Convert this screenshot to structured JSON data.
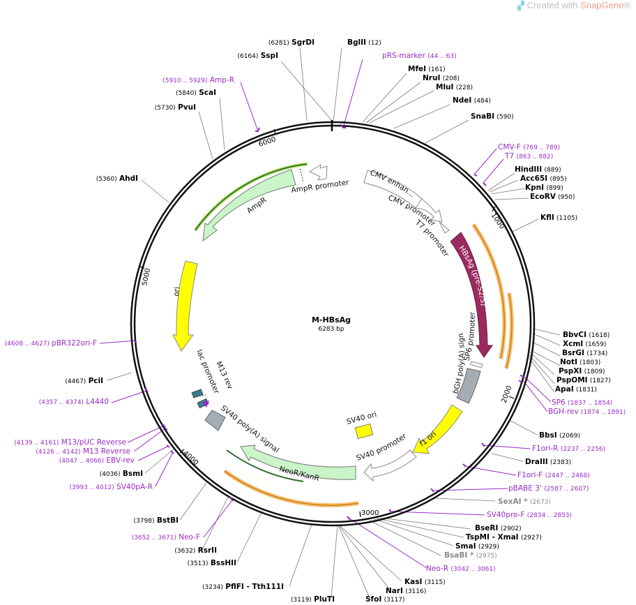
{
  "watermark": {
    "prefix": "Created with ",
    "brand": "SnapGene",
    "suffix": "®"
  },
  "plasmid": {
    "name": "M-HBsAg",
    "length": 6283,
    "length_label": "6283 bp"
  },
  "ticks": [
    "1000",
    "2000",
    "3000",
    "4000",
    "5000",
    "6000"
  ],
  "colors": {
    "backbone": "#111111",
    "primer": "#9a2ac8",
    "feature_highlight": "#f5b95a",
    "amp": "#c9f5c9",
    "ori": "#ffff00",
    "hbsag": "#9b2a60",
    "signal": "#a4adb4"
  },
  "enzymes": [
    {
      "name": "SgrDI",
      "pos": "(6281)"
    },
    {
      "name": "BglII",
      "pos": "(12)"
    },
    {
      "name": "SspI",
      "pos": "(6164)"
    },
    {
      "name": "MfeI",
      "pos": "(161)"
    },
    {
      "name": "NruI",
      "pos": "(208)"
    },
    {
      "name": "MluI",
      "pos": "(228)"
    },
    {
      "name": "ScaI",
      "pos": "(5840)"
    },
    {
      "name": "NdeI",
      "pos": "(484)"
    },
    {
      "name": "PvuI",
      "pos": "(5730)"
    },
    {
      "name": "SnaBI",
      "pos": "(590)"
    },
    {
      "name": "HindIII",
      "pos": "(889)"
    },
    {
      "name": "Acc65I",
      "pos": "(895)"
    },
    {
      "name": "KpnI",
      "pos": "(899)"
    },
    {
      "name": "AhdI",
      "pos": "(5360)"
    },
    {
      "name": "EcoRV",
      "pos": "(950)"
    },
    {
      "name": "KflI",
      "pos": "(1105)"
    },
    {
      "name": "BbvCI",
      "pos": "(1618)"
    },
    {
      "name": "XcmI",
      "pos": "(1659)"
    },
    {
      "name": "BsrGI",
      "pos": "(1734)"
    },
    {
      "name": "NotI",
      "pos": "(1803)"
    },
    {
      "name": "PspXI",
      "pos": "(1809)"
    },
    {
      "name": "PspOMI",
      "pos": "(1827)"
    },
    {
      "name": "PciI",
      "pos": "(4467)"
    },
    {
      "name": "ApaI",
      "pos": "(1831)"
    },
    {
      "name": "BbsI",
      "pos": "(2069)"
    },
    {
      "name": "BsmI",
      "pos": "(4036)"
    },
    {
      "name": "DraIII",
      "pos": "(2383)"
    },
    {
      "name": "SexAI *",
      "pos": "(2673)"
    },
    {
      "name": "BstBI",
      "pos": "(3798)"
    },
    {
      "name": "BseRI",
      "pos": "(2902)"
    },
    {
      "name": "TspMI - XmaI",
      "pos": "(2927)"
    },
    {
      "name": "RsrII",
      "pos": "(3632)"
    },
    {
      "name": "SmaI",
      "pos": "(2929)"
    },
    {
      "name": "BsaBI *",
      "pos": "(2975)"
    },
    {
      "name": "BssHII",
      "pos": "(3513)"
    },
    {
      "name": "PflFI - Tth111I",
      "pos": "(3234)"
    },
    {
      "name": "KasI",
      "pos": "(3115)"
    },
    {
      "name": "NarI",
      "pos": "(3116)"
    },
    {
      "name": "PluTI",
      "pos": "(3119)"
    },
    {
      "name": "SfoI",
      "pos": "(3117)"
    }
  ],
  "primers": [
    {
      "name": "pRS-marker",
      "range": "(44 .. 63)"
    },
    {
      "name": "Amp-R",
      "range": "(5910 .. 5929)"
    },
    {
      "name": "CMV-F",
      "range": "(769 .. 789)"
    },
    {
      "name": "T7",
      "range": "(863 .. 882)"
    },
    {
      "name": "pBR322ori-F",
      "range": "(4608 .. 4627)"
    },
    {
      "name": "L4440",
      "range": "(4357 .. 4374)"
    },
    {
      "name": "SP6",
      "range": "(1837 .. 1854)"
    },
    {
      "name": "BGH-rev",
      "range": "(1874 .. 1891)"
    },
    {
      "name": "F1ori-R",
      "range": "(2237 .. 2256)"
    },
    {
      "name": "M13/pUC Reverse",
      "range": "(4139 .. 4161)"
    },
    {
      "name": "M13 Reverse",
      "range": "(4126 .. 4142)"
    },
    {
      "name": "EBV-rev",
      "range": "(4047 .. 4066)"
    },
    {
      "name": "F1ori-F",
      "range": "(2447 .. 2468)"
    },
    {
      "name": "SV40pA-R",
      "range": "(3993 .. 4012)"
    },
    {
      "name": "pBABE 3'",
      "range": "(2587 .. 2607)"
    },
    {
      "name": "SV40pro-F",
      "range": "(2834 .. 2853)"
    },
    {
      "name": "Neo-F",
      "range": "(3652 .. 3671)"
    },
    {
      "name": "Neo-R",
      "range": "(3042 .. 3061)"
    }
  ],
  "features": {
    "cmv_enhancer": "CMV enhan...",
    "cmv_promoter": "CMV promoter",
    "t7_promoter": "T7 promoter",
    "hbsag": "HBsAg (pre-S2/S)",
    "sp6_promoter": "SP6 promoter",
    "bgh_polya": "bGH poly(A) signal",
    "f1_ori": "f1 ori",
    "sv40_promoter": "SV40 promoter",
    "sv40_ori": "SV40 ori",
    "neor": "NeoR/KanR",
    "sv40_polya": "SV40 poly(A) signal",
    "m13_rev": "M13 rev",
    "lac_promoter": "lac promoter",
    "ori": "ori",
    "ampr": "AmpR",
    "ampr_promoter": "AmpR promoter"
  }
}
